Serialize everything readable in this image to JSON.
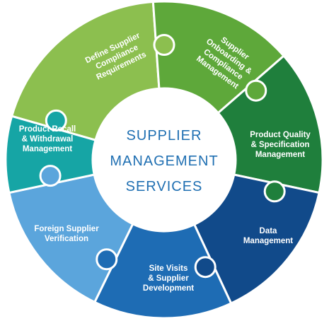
{
  "center": {
    "lines": [
      "SUPPLIER",
      "MANAGEMENT",
      "SERVICES"
    ],
    "color": "#1f6fb2"
  },
  "segments": [
    {
      "id": "define",
      "lines": [
        "Define Supplier",
        "Compliance",
        "Requirements"
      ],
      "color": "#8cbf4f"
    },
    {
      "id": "onboarding",
      "lines": [
        "Supplier",
        "Onboarding &",
        "Compliance",
        "Management"
      ],
      "color": "#5ea83a"
    },
    {
      "id": "quality",
      "lines": [
        "Product Quality",
        "& Specification",
        "Management"
      ],
      "color": "#1f7f3c"
    },
    {
      "id": "data",
      "lines": [
        "Data",
        "Management"
      ],
      "color": "#114a8a"
    },
    {
      "id": "site",
      "lines": [
        "Site Visits",
        "& Supplier",
        "Development"
      ],
      "color": "#1e6cb4"
    },
    {
      "id": "foreign",
      "lines": [
        "Foreign Supplier",
        "Verification"
      ],
      "color": "#5ba5dc"
    },
    {
      "id": "recall",
      "lines": [
        "Product Recall",
        "& Withdrawal",
        "Management"
      ],
      "color": "#16a5a5"
    }
  ]
}
